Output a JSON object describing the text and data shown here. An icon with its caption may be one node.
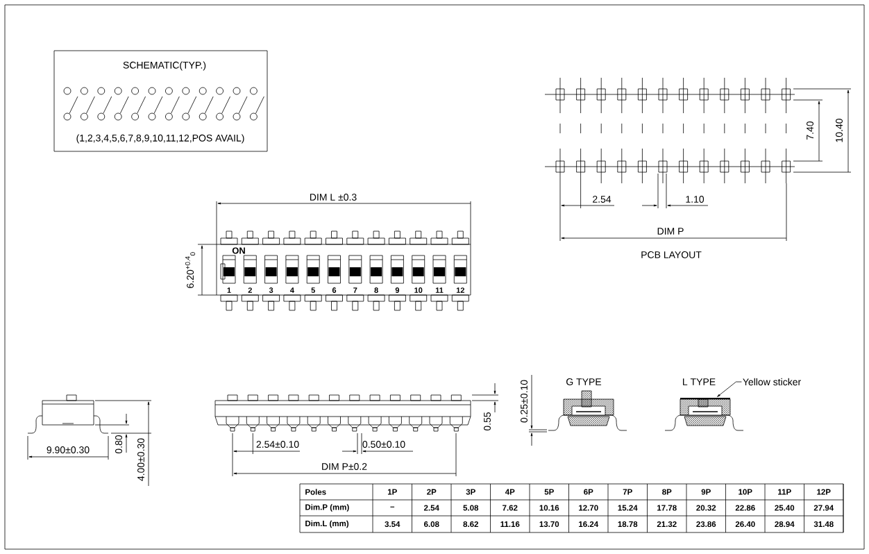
{
  "diagram": {
    "nodes": [
      {
        "text": [
          "SCHEMATIC(TYP.)",
          "(1,2,3,4,5,6,7,8,9,10,11,12,POS AVAIL)"
        ]
      },
      {
        "text": [
          "ON",
          "1",
          "2",
          "3",
          "4",
          "5",
          "6",
          "7",
          "8",
          "9",
          "10",
          "11",
          "12"
        ]
      },
      {
        "text": [
          "Yellow sticker"
        ]
      },
      {
        "text": [],
        "shape": "bar"
      }
    ],
    "edges": [
      {
        "from": 2,
        "to": 3,
        "arrow": "to"
      }
    ],
    "labels": [
      "DIM L ±0.3",
      "6.20$^{+0.4}$$_{0}$",
      "2.54",
      "1.10",
      "7.40",
      "10.40",
      "DIM P",
      "PCB LAYOUT",
      "9.90±0.30",
      "0.80",
      "4.00±0.30",
      "2.54±0.10",
      "0.50±0.10",
      "DIM P±0.2",
      "0.55",
      "0.25±0.10",
      "G TYPE",
      "L TYPE",
      "Poles",
      "1P",
      "2P",
      "3P",
      "4P",
      "5P",
      "6P",
      "7P",
      "8P",
      "9P",
      "10P",
      "11P",
      "12P",
      "Dim.P (mm)",
      "–",
      "2.54",
      "5.08",
      "7.62",
      "10.16",
      "12.70",
      "15.24",
      "17.78",
      "20.32",
      "22.86",
      "25.40",
      "27.94",
      "Dim.L (mm)",
      "3.54",
      "6.08",
      "8.62",
      "11.16",
      "13.70",
      "16.24",
      "18.78",
      "21.32",
      "23.86",
      "26.40",
      "28.94",
      "31.48"
    ]
  }
}
